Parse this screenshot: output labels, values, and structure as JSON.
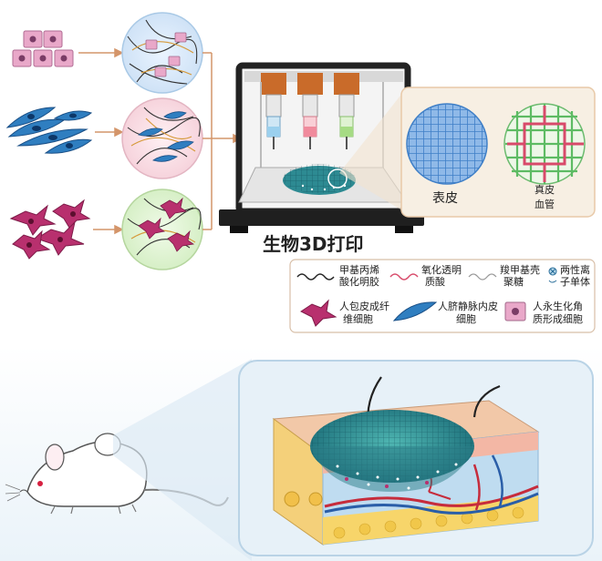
{
  "printer": {
    "title": "生物3D打印",
    "inset_labels": {
      "epidermis": "表皮",
      "dermis_line1": "真皮",
      "dermis_line2": "血管"
    }
  },
  "legend": {
    "gelma_line1": "甲基丙烯",
    "gelma_line2": "酸化明胶",
    "ha_line1": "氧化透明",
    "ha_line2": "质酸",
    "chitosan_line1": "羧甲基壳",
    "chitosan_line2": "聚糖",
    "zwitterion_line1": "两性离",
    "zwitterion_line2": "子单体",
    "fibroblast_line1": "人包皮成纤",
    "fibroblast_line2": "维细胞",
    "endothelial_line1": "人脐静脉内皮",
    "endothelial_line2": "细胞",
    "keratinocyte_line1": "人永生化角",
    "keratinocyte_line2": "质形成细胞"
  },
  "colors": {
    "keratinocyte": "#e9a8c9",
    "endothelial": "#2f7ec0",
    "fibroblast": "#b8306e",
    "panel_border": "#e8c9a8",
    "inset_bg": "#f7efe3",
    "epidermis_grid": "#4d8fd1",
    "dermis_grid_green": "#5dbb63",
    "dermis_grid_red": "#d84a6a"
  }
}
